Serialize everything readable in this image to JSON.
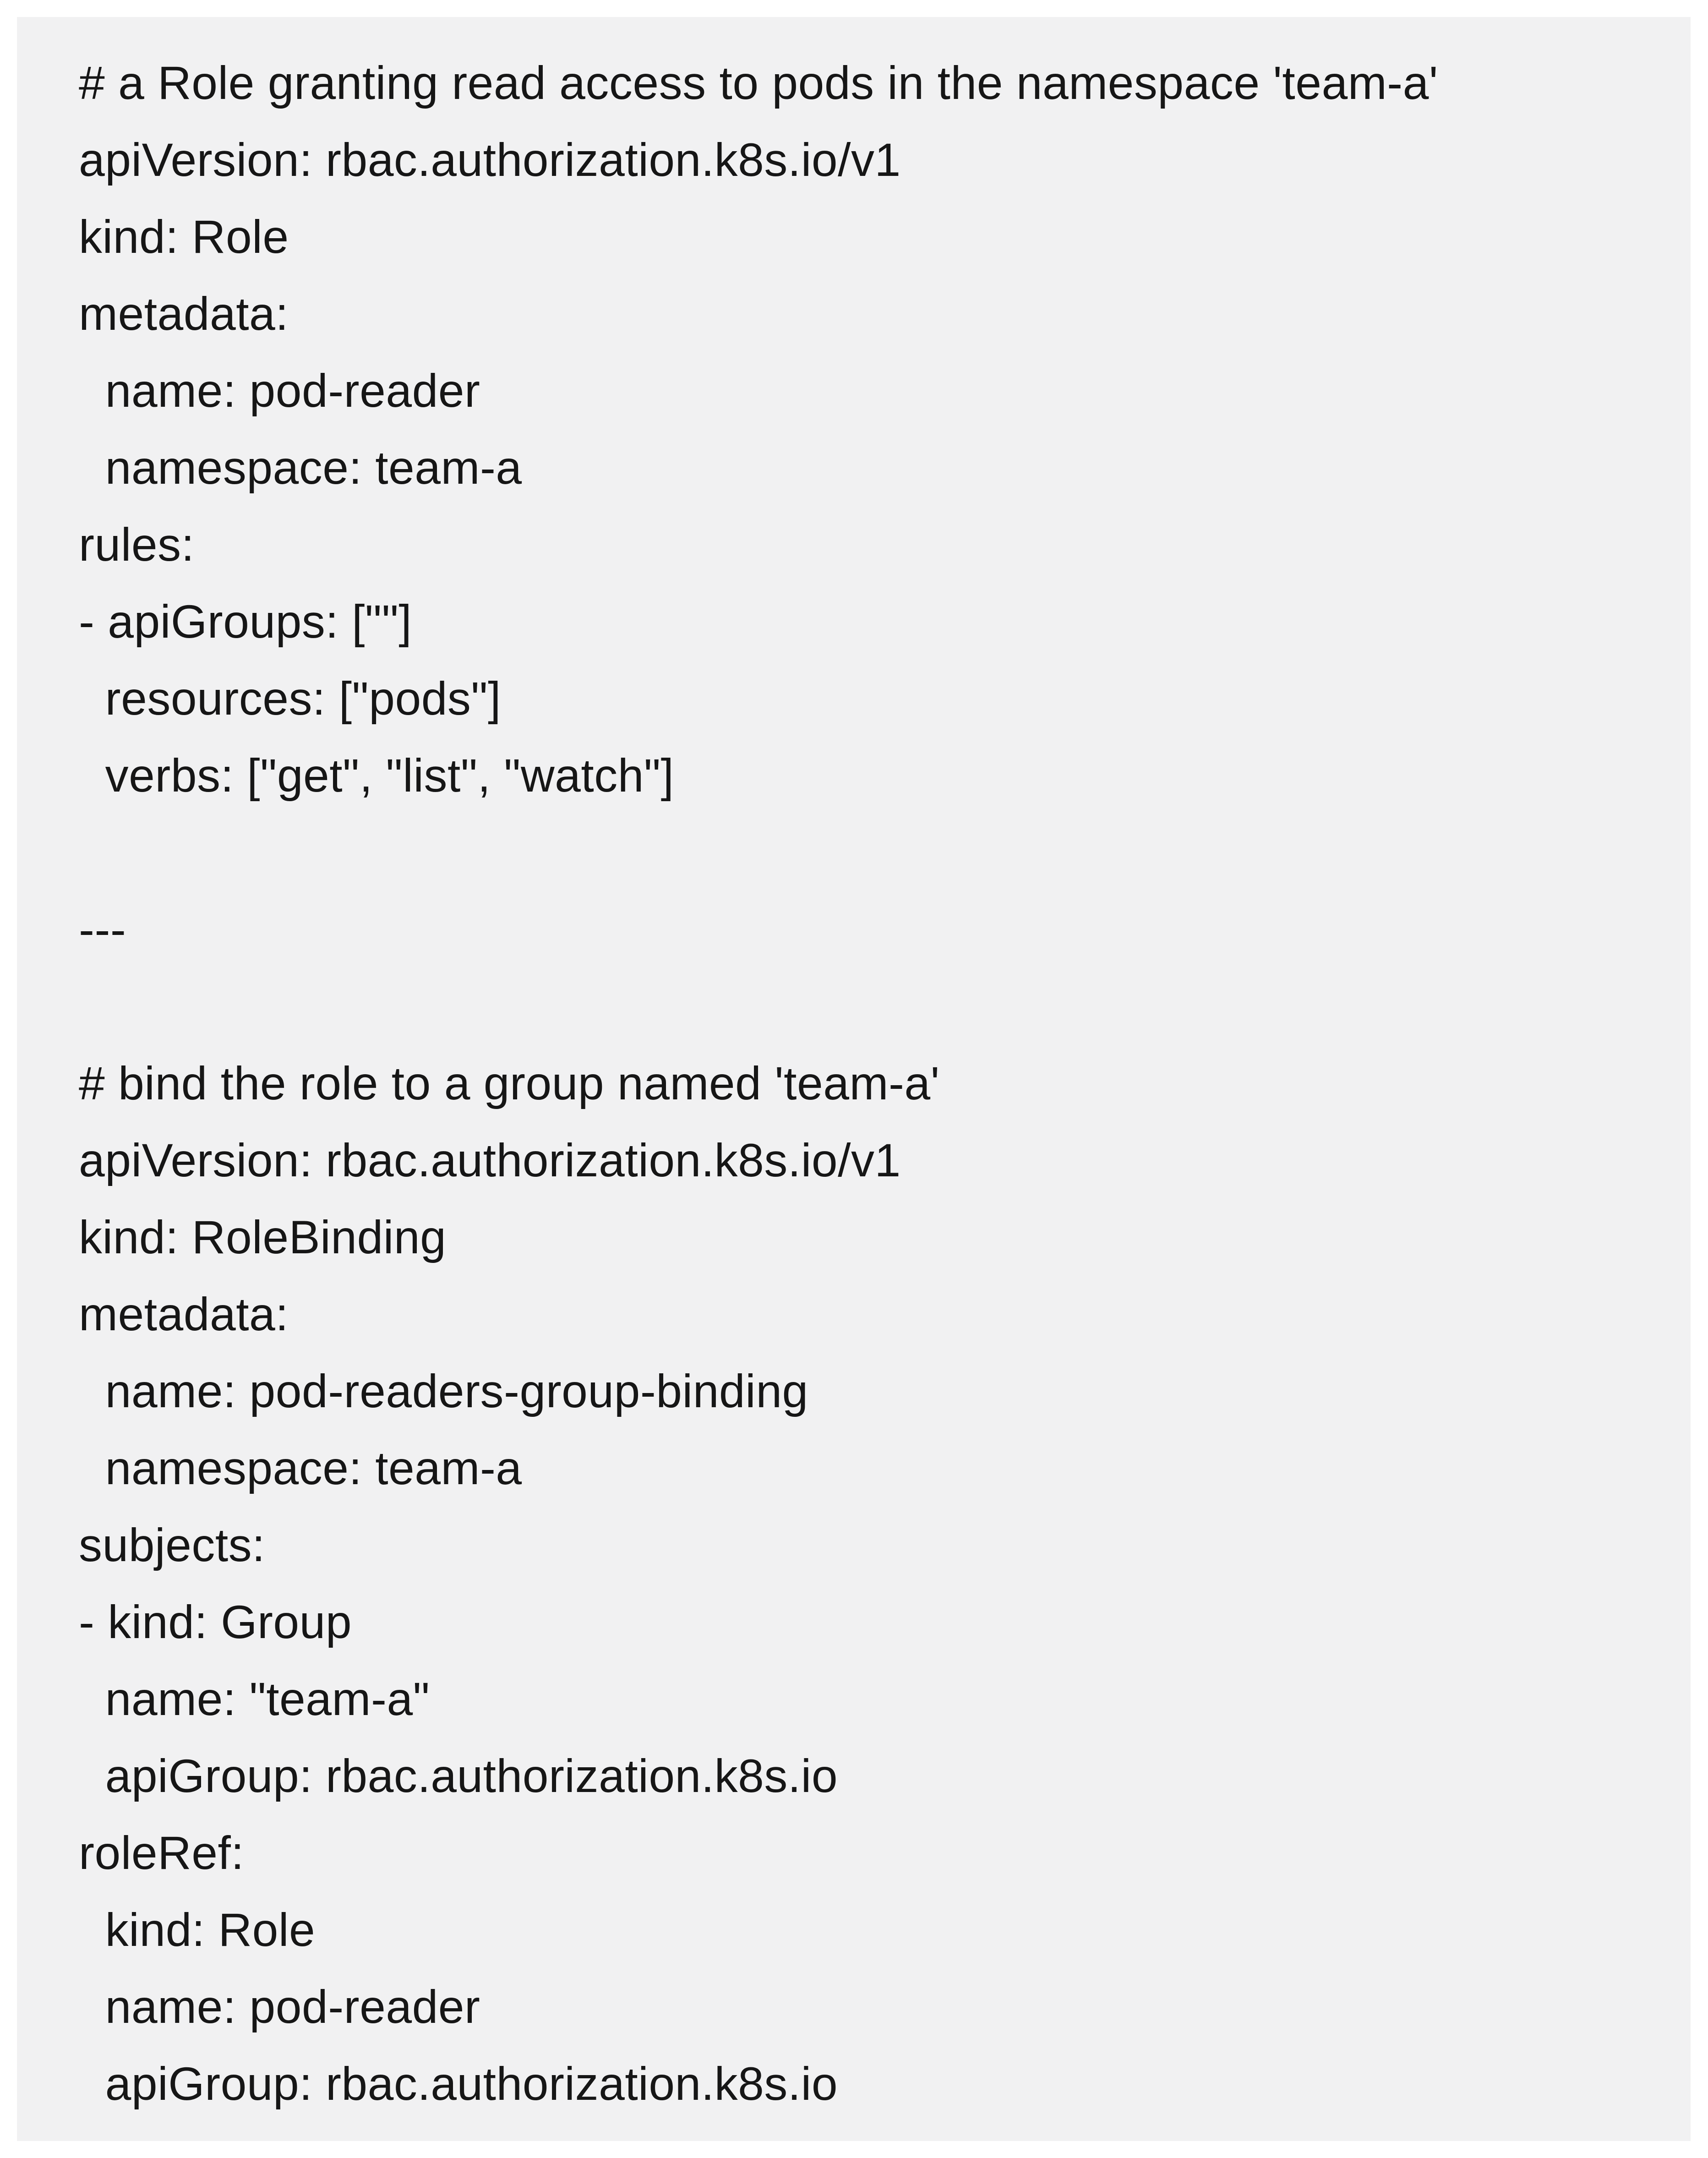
{
  "page": {
    "background_color": "#ffffff"
  },
  "code_panel": {
    "background_color": "#f1f1f2",
    "text_color": "#161616",
    "language": "yaml",
    "lines": [
      "# a Role granting read access to pods in the namespace 'team-a'",
      "apiVersion: rbac.authorization.k8s.io/v1",
      "kind: Role",
      "metadata:",
      "  name: pod-reader",
      "  namespace: team-a",
      "rules:",
      "- apiGroups: [\"\"]",
      "  resources: [\"pods\"]",
      "  verbs: [\"get\", \"list\", \"watch\"]",
      "",
      "---",
      "",
      "# bind the role to a group named 'team-a'",
      "apiVersion: rbac.authorization.k8s.io/v1",
      "kind: RoleBinding",
      "metadata:",
      "  name: pod-readers-group-binding",
      "  namespace: team-a",
      "subjects:",
      "- kind: Group",
      "  name: \"team-a\"",
      "  apiGroup: rbac.authorization.k8s.io",
      "roleRef:",
      "  kind: Role",
      "  name: pod-reader",
      "  apiGroup: rbac.authorization.k8s.io"
    ],
    "documents": [
      {
        "comment": "# a Role granting read access to pods in the namespace 'team-a'",
        "apiVersion": "rbac.authorization.k8s.io/v1",
        "kind": "Role",
        "metadata_name": "pod-reader",
        "metadata_namespace": "team-a",
        "rule_apiGroups": "[\"\"]",
        "rule_resources": "[\"pods\"]",
        "rule_verbs": "[\"get\", \"list\", \"watch\"]"
      },
      {
        "comment": "# bind the role to a group named 'team-a'",
        "apiVersion": "rbac.authorization.k8s.io/v1",
        "kind": "RoleBinding",
        "metadata_name": "pod-readers-group-binding",
        "metadata_namespace": "team-a",
        "subject_kind": "Group",
        "subject_name": "\"team-a\"",
        "subject_apiGroup": "rbac.authorization.k8s.io",
        "roleRef_kind": "Role",
        "roleRef_name": "pod-reader",
        "roleRef_apiGroup": "rbac.authorization.k8s.io"
      }
    ]
  }
}
